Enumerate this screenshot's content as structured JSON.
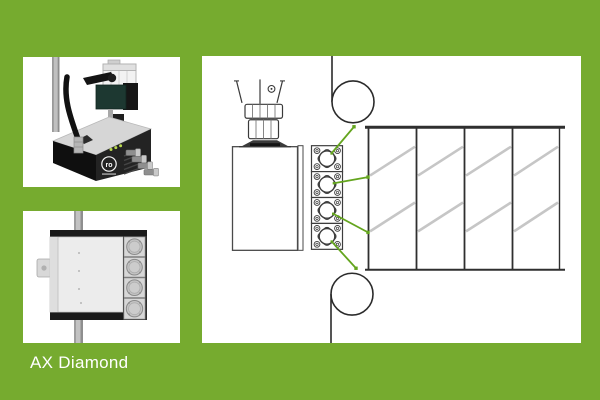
{
  "page": {
    "background_color": "#76ab2f"
  },
  "product": {
    "name": "AX Diamond",
    "logo_text": "ro"
  },
  "colors": {
    "background_green": "#76ab2f",
    "spray_line_green": "#64a51e",
    "led_green": "#b9d94e",
    "hatch_gray": "#c6c6c6",
    "diagram_line": "#3a3a3a",
    "card_background": "#ffffff",
    "label_text": "#ffffff"
  },
  "diagram": {
    "nozzle_module_count": 4,
    "spray_line_count": 4,
    "panel_count": 4,
    "roller_count": 2
  }
}
